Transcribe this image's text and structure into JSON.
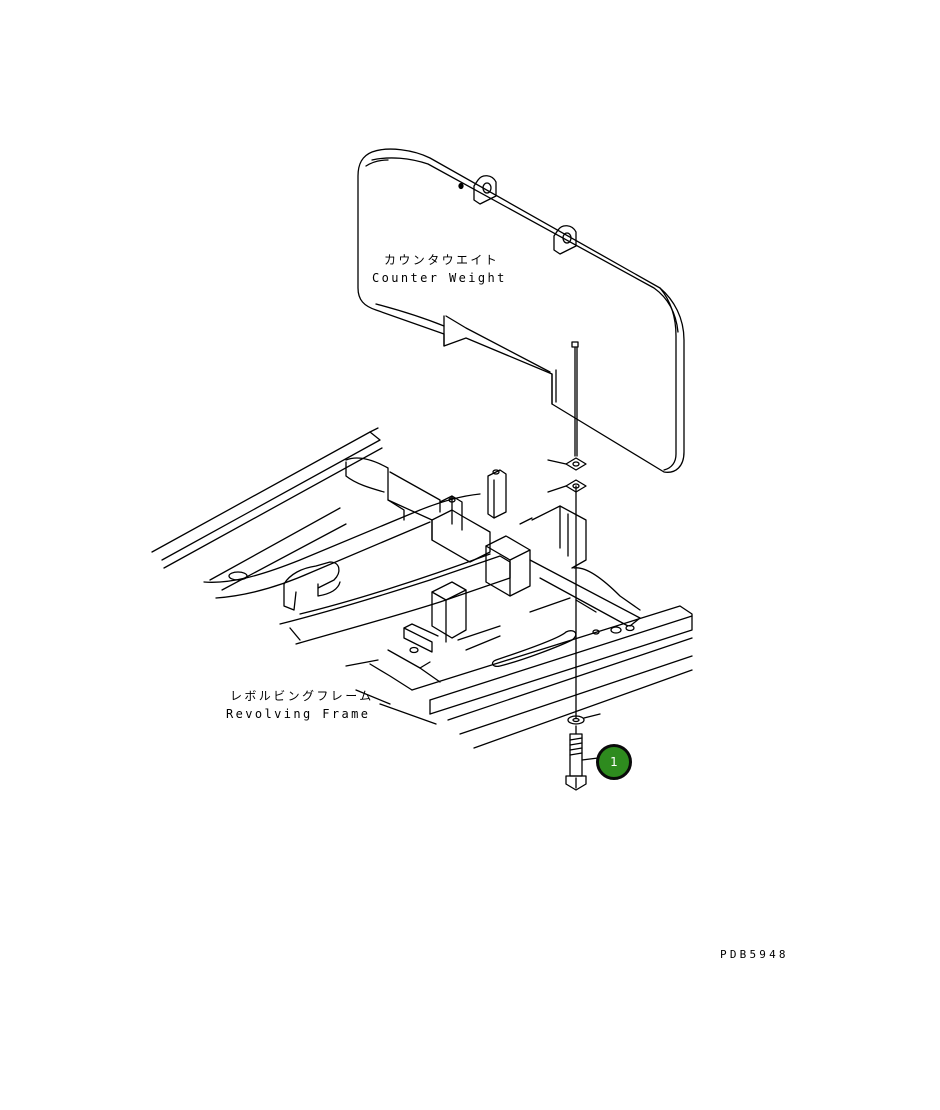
{
  "labels": {
    "counter_weight_jp": "カウンタウエイト",
    "counter_weight_en": "Counter Weight",
    "revolving_frame_jp": "レボルビングフレーム",
    "revolving_frame_en": "Revolving Frame",
    "drawing_number": "PDB5948"
  },
  "callouts": [
    {
      "number": "1"
    }
  ],
  "colors": {
    "callout_fill": "#2e8b1e",
    "callout_border": "#0a0a0a",
    "line": "#000000"
  }
}
